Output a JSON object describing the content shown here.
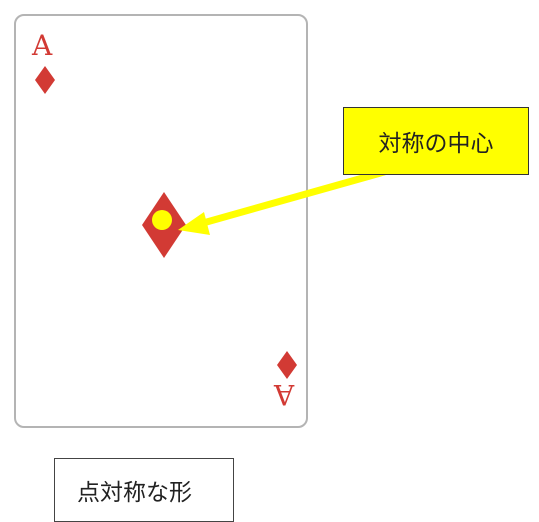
{
  "card": {
    "rank_top": "A",
    "rank_bottom": "A",
    "suit": "diamond-icon",
    "suit_color": "#d23a34",
    "border_color": "#b4b4b4"
  },
  "callout": {
    "label": "対称の中心",
    "background": "#ffff00"
  },
  "center_marker_color": "#ffff00",
  "arrow_color": "#ffff00",
  "caption": {
    "label": "点対称な形"
  }
}
